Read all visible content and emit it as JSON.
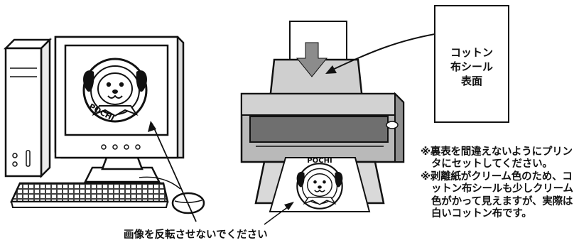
{
  "paper": {
    "lines": [
      "コットン",
      "布シール",
      "表面"
    ]
  },
  "notes": [
    "※裏表を間違えないようにプリンタにセットしてください。",
    "※剥離紙がクリーム色のため、コットン布シールも少しクリーム色がかって見えますが、実際は白いコットン布です。"
  ],
  "caption": "画像を反転させないでください",
  "pochi_label": "POCHI",
  "colors": {
    "ink": "#111111",
    "arrow_fill": "#8c8c8c",
    "printer_body": "#b9b9b9",
    "printer_dark": "#6f6f6f"
  }
}
